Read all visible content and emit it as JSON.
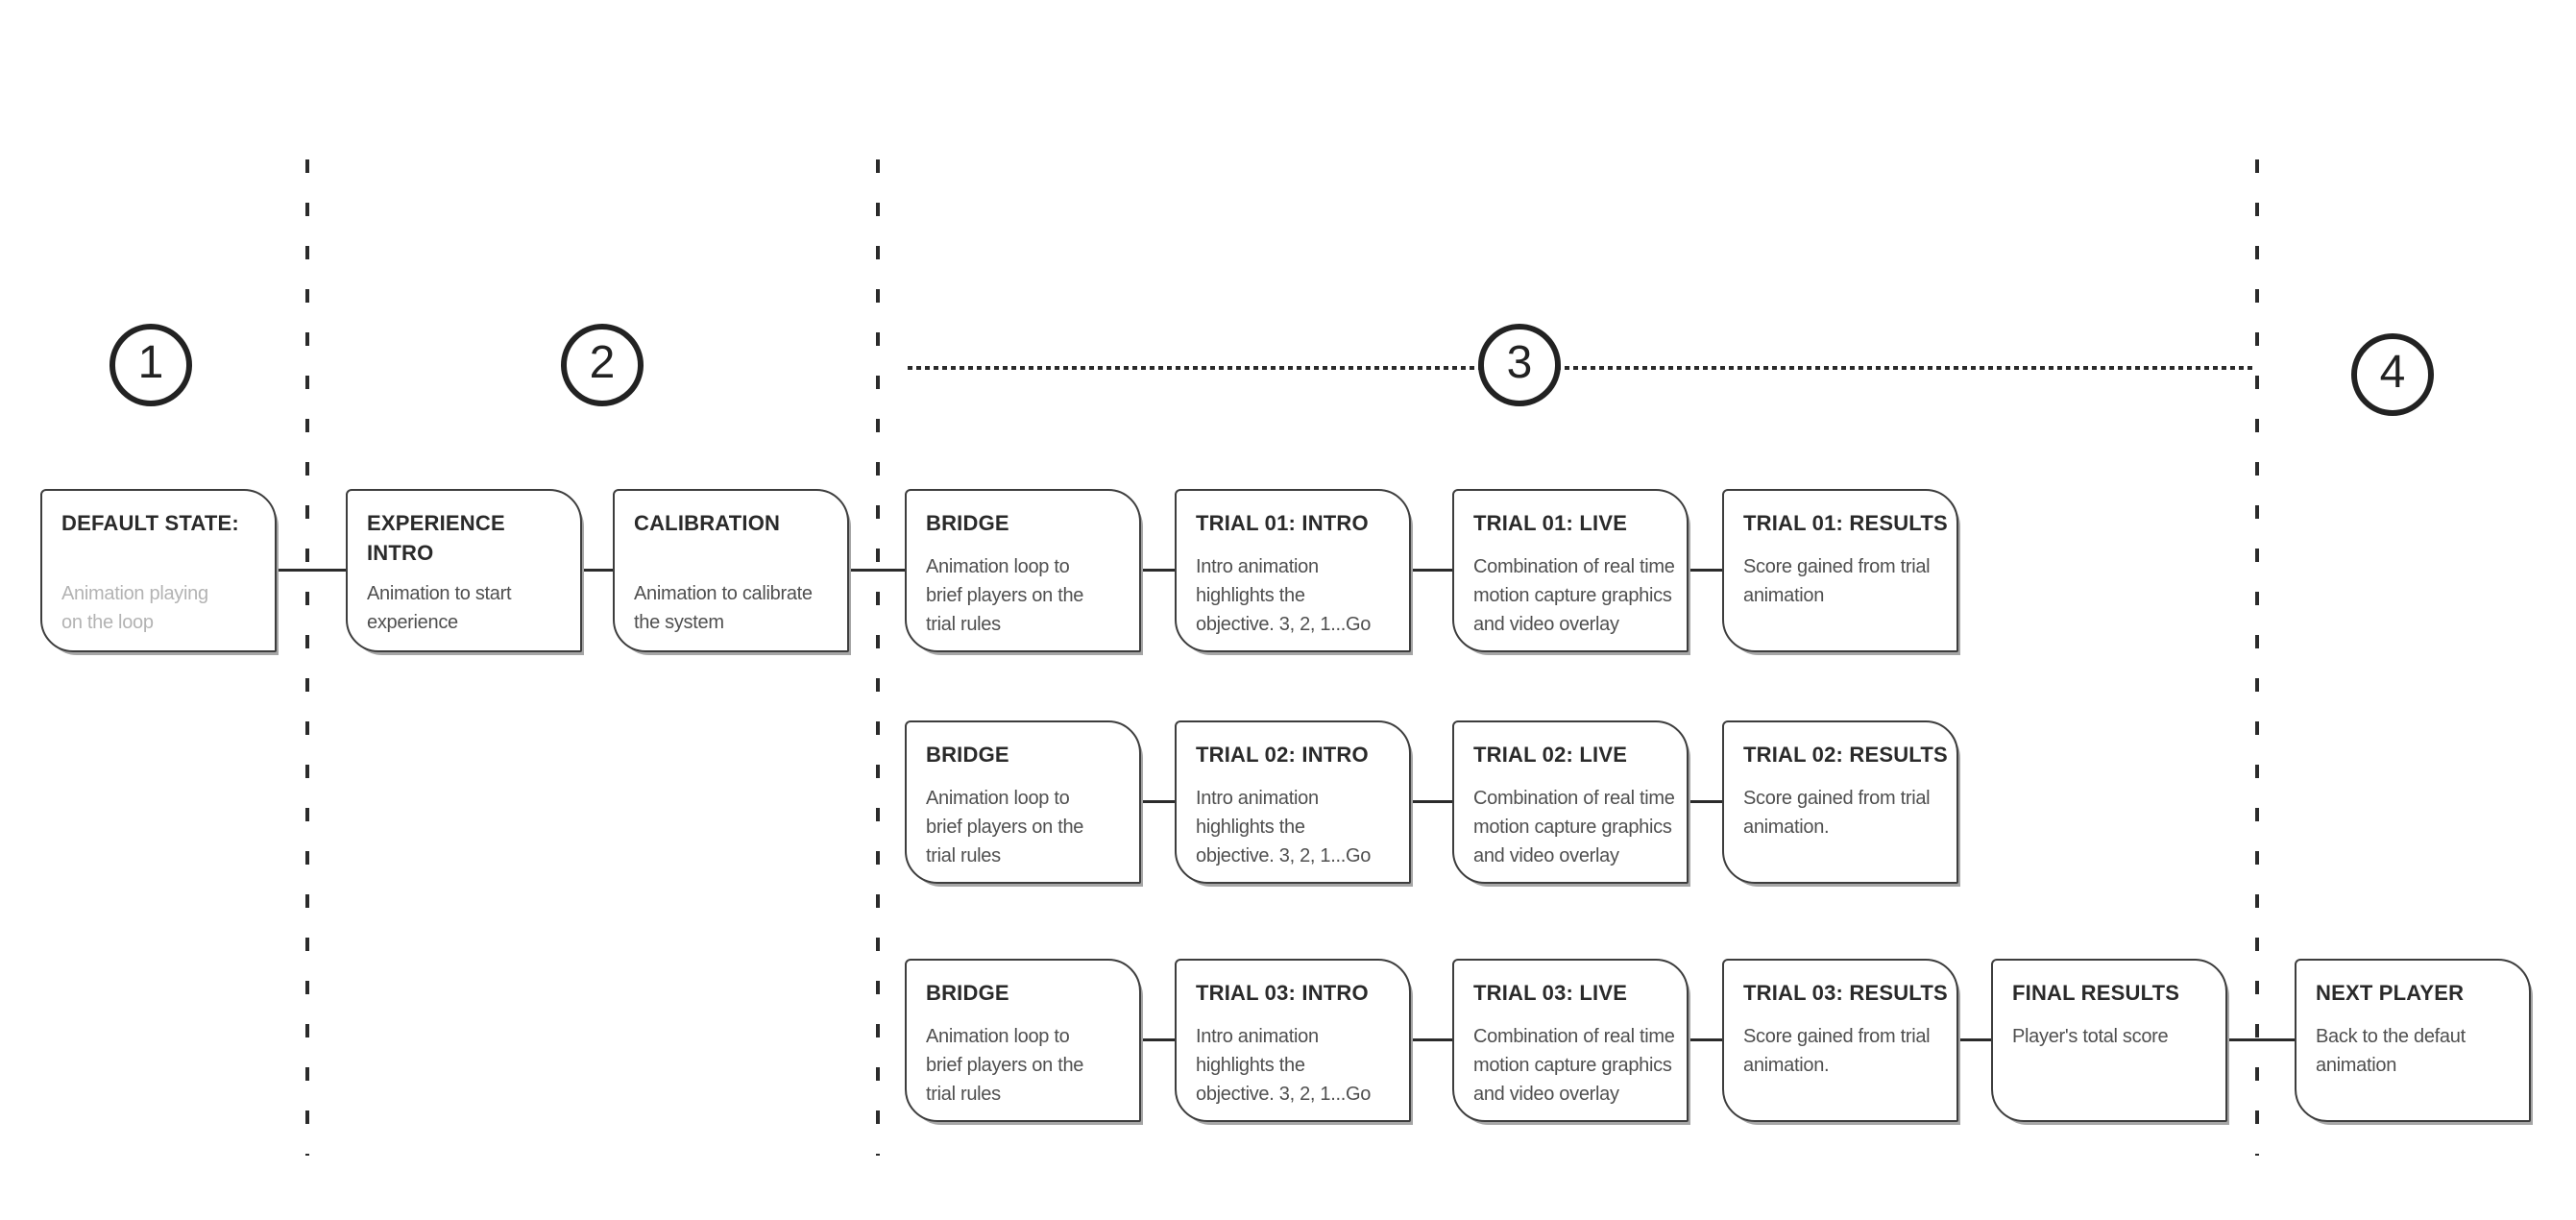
{
  "diagram": {
    "phases": [
      {
        "number": "1"
      },
      {
        "number": "2"
      },
      {
        "number": "3"
      },
      {
        "number": "4"
      }
    ],
    "cards": [
      {
        "title": "DEFAULT STATE:",
        "body": "Animation playing\non the loop"
      },
      {
        "title": "EXPERIENCE INTRO",
        "body": "Animation to start\nexperience"
      },
      {
        "title": "CALIBRATION",
        "body": "Animation to calibrate\nthe system"
      },
      {
        "title": "BRIDGE",
        "body": "Animation loop to\nbrief players on the\ntrial rules"
      },
      {
        "title": "TRIAL 01: INTRO",
        "body": "Intro animation\nhighlights the\nobjective. 3, 2, 1...Go"
      },
      {
        "title": "TRIAL 01: LIVE",
        "body": "Combination of real time\nmotion capture graphics\nand video overlay"
      },
      {
        "title": "TRIAL 01: RESULTS",
        "body": "Score gained from trial\nanimation"
      },
      {
        "title": "BRIDGE",
        "body": "Animation loop to\nbrief players on the\ntrial rules"
      },
      {
        "title": "TRIAL 02: INTRO",
        "body": "Intro animation\nhighlights the\nobjective. 3, 2, 1...Go"
      },
      {
        "title": "TRIAL 02: LIVE",
        "body": "Combination of real time\nmotion capture graphics\nand video overlay"
      },
      {
        "title": "TRIAL 02: RESULTS",
        "body": "Score gained from trial\nanimation."
      },
      {
        "title": "BRIDGE",
        "body": "Animation loop to\nbrief players on the\ntrial rules"
      },
      {
        "title": "TRIAL 03: INTRO",
        "body": "Intro animation\nhighlights the\nobjective. 3, 2, 1...Go"
      },
      {
        "title": "TRIAL 03: LIVE",
        "body": "Combination of real time\nmotion capture graphics\nand video overlay"
      },
      {
        "title": "TRIAL 03: RESULTS",
        "body": "Score gained from trial\nanimation."
      },
      {
        "title": "FINAL RESULTS",
        "body": "Player's total score"
      },
      {
        "title": "NEXT PLAYER",
        "body": "Back to the defaut\nanimation"
      }
    ],
    "colors": {
      "ink": "#2b2b2b",
      "card_border": "#3d3d3d",
      "title_text": "#2a2a2a",
      "body_text": "#4f4f4f",
      "muted_text": "#b3b3b3",
      "background": "#ffffff"
    }
  }
}
